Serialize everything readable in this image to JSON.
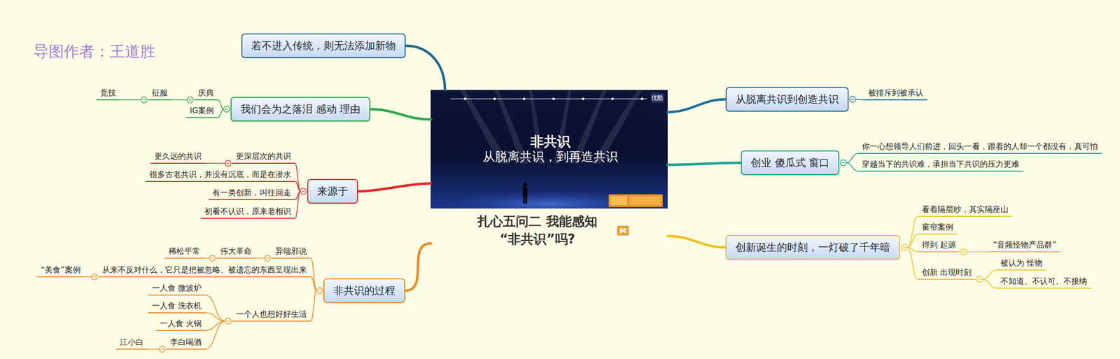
{
  "diagram": {
    "nodes": [
      {
        "text": [
          "扎心五问二 我能感知“非共识”吗?"
        ]
      },
      {
        "text": [
          "若不进入传统，则无法添加新物"
        ]
      },
      {
        "text": [
          "我们会为之落泪 感动 理由"
        ]
      },
      {
        "text": [
          "庆典"
        ]
      },
      {
        "text": [
          "征服"
        ]
      },
      {
        "text": [
          "竞技"
        ]
      },
      {
        "text": [
          "IG案例"
        ]
      },
      {
        "text": [
          "来源于"
        ]
      },
      {
        "text": [
          "更深层次的共识"
        ]
      },
      {
        "text": [
          "更久远的共识"
        ]
      },
      {
        "text": [
          "很多古老共识，并没有沉底，而是在潜水"
        ]
      },
      {
        "text": [
          "有一类创新，叫往回走"
        ]
      },
      {
        "text": [
          "初看不认识，原来老相识"
        ]
      },
      {
        "text": [
          "非共识的过程"
        ]
      },
      {
        "text": [
          "异端邪说"
        ]
      },
      {
        "text": [
          "伟大革命"
        ]
      },
      {
        "text": [
          "稀松平常"
        ]
      },
      {
        "text": [
          "从来不反对什么，它只是把被忽略、被遗忘的东西呈现出来"
        ]
      },
      {
        "text": [
          "“美食”案例"
        ]
      },
      {
        "text": [
          "一个人也想好好生活"
        ]
      },
      {
        "text": [
          "一人食 微波炉"
        ]
      },
      {
        "text": [
          "一人食 洗衣机"
        ]
      },
      {
        "text": [
          "一人食 火锅"
        ]
      },
      {
        "text": [
          "李白喝酒"
        ]
      },
      {
        "text": [
          "江小白"
        ]
      },
      {
        "text": [
          "从脱离共识到创造共识"
        ]
      },
      {
        "text": [
          "被排斥到被承认"
        ]
      },
      {
        "text": [
          "创业 傻瓜式 窗口"
        ]
      },
      {
        "text": [
          "你一心想领导人们前进，回头一看，跟着的人却一个都没有，真可怕"
        ]
      },
      {
        "text": [
          "穿越当下的共识难，承担当下共识的压力更难"
        ]
      },
      {
        "text": [
          "创新诞生的时刻，一灯破了千年暗"
        ]
      },
      {
        "text": [
          "看着隔层纱，其实隔座山"
        ]
      },
      {
        "text": [
          "窗帘案例"
        ]
      },
      {
        "text": [
          "得到 起源"
        ]
      },
      {
        "text": [
          "“音频怪物产品群”"
        ]
      },
      {
        "text": [
          "创新 出现时刻"
        ]
      },
      {
        "text": [
          "被认为 怪物"
        ]
      },
      {
        "text": [
          "不知道、不认可、不接纳"
        ]
      }
    ],
    "edges": [
      {
        "from": 0,
        "to": 1,
        "arrow": "none"
      },
      {
        "from": 0,
        "to": 2,
        "arrow": "none"
      },
      {
        "from": 2,
        "to": 3,
        "arrow": "none"
      },
      {
        "from": 3,
        "to": 4,
        "arrow": "none"
      },
      {
        "from": 4,
        "to": 5,
        "arrow": "none"
      },
      {
        "from": 2,
        "to": 6,
        "arrow": "none"
      },
      {
        "from": 0,
        "to": 7,
        "arrow": "none"
      },
      {
        "from": 7,
        "to": 8,
        "arrow": "none"
      },
      {
        "from": 8,
        "to": 9,
        "arrow": "none"
      },
      {
        "from": 7,
        "to": 10,
        "arrow": "none"
      },
      {
        "from": 7,
        "to": 11,
        "arrow": "none"
      },
      {
        "from": 7,
        "to": 12,
        "arrow": "none"
      },
      {
        "from": 0,
        "to": 13,
        "arrow": "none"
      },
      {
        "from": 13,
        "to": 14,
        "arrow": "none"
      },
      {
        "from": 14,
        "to": 15,
        "arrow": "none"
      },
      {
        "from": 15,
        "to": 16,
        "arrow": "none"
      },
      {
        "from": 13,
        "to": 17,
        "arrow": "none"
      },
      {
        "from": 17,
        "to": 18,
        "arrow": "none"
      },
      {
        "from": 13,
        "to": 19,
        "arrow": "none"
      },
      {
        "from": 19,
        "to": 20,
        "arrow": "none"
      },
      {
        "from": 19,
        "to": 21,
        "arrow": "none"
      },
      {
        "from": 19,
        "to": 22,
        "arrow": "none"
      },
      {
        "from": 19,
        "to": 23,
        "arrow": "none"
      },
      {
        "from": 23,
        "to": 24,
        "arrow": "none"
      },
      {
        "from": 0,
        "to": 25,
        "arrow": "none"
      },
      {
        "from": 25,
        "to": 26,
        "arrow": "none"
      },
      {
        "from": 0,
        "to": 27,
        "arrow": "none"
      },
      {
        "from": 27,
        "to": 28,
        "arrow": "none"
      },
      {
        "from": 27,
        "to": 29,
        "arrow": "none"
      },
      {
        "from": 0,
        "to": 30,
        "arrow": "none"
      },
      {
        "from": 30,
        "to": 31,
        "arrow": "none"
      },
      {
        "from": 30,
        "to": 32,
        "arrow": "none"
      },
      {
        "from": 30,
        "to": 33,
        "arrow": "none"
      },
      {
        "from": 33,
        "to": 34,
        "arrow": "none"
      },
      {
        "from": 30,
        "to": 35,
        "arrow": "none"
      },
      {
        "from": 35,
        "to": 36,
        "arrow": "none"
      },
      {
        "from": 35,
        "to": 37,
        "arrow": "none"
      }
    ],
    "labels": [
      "导图作者：王道胜",
      "非共识",
      "从脱离共识，到再造共识",
      "优酷",
      "M"
    ]
  }
}
